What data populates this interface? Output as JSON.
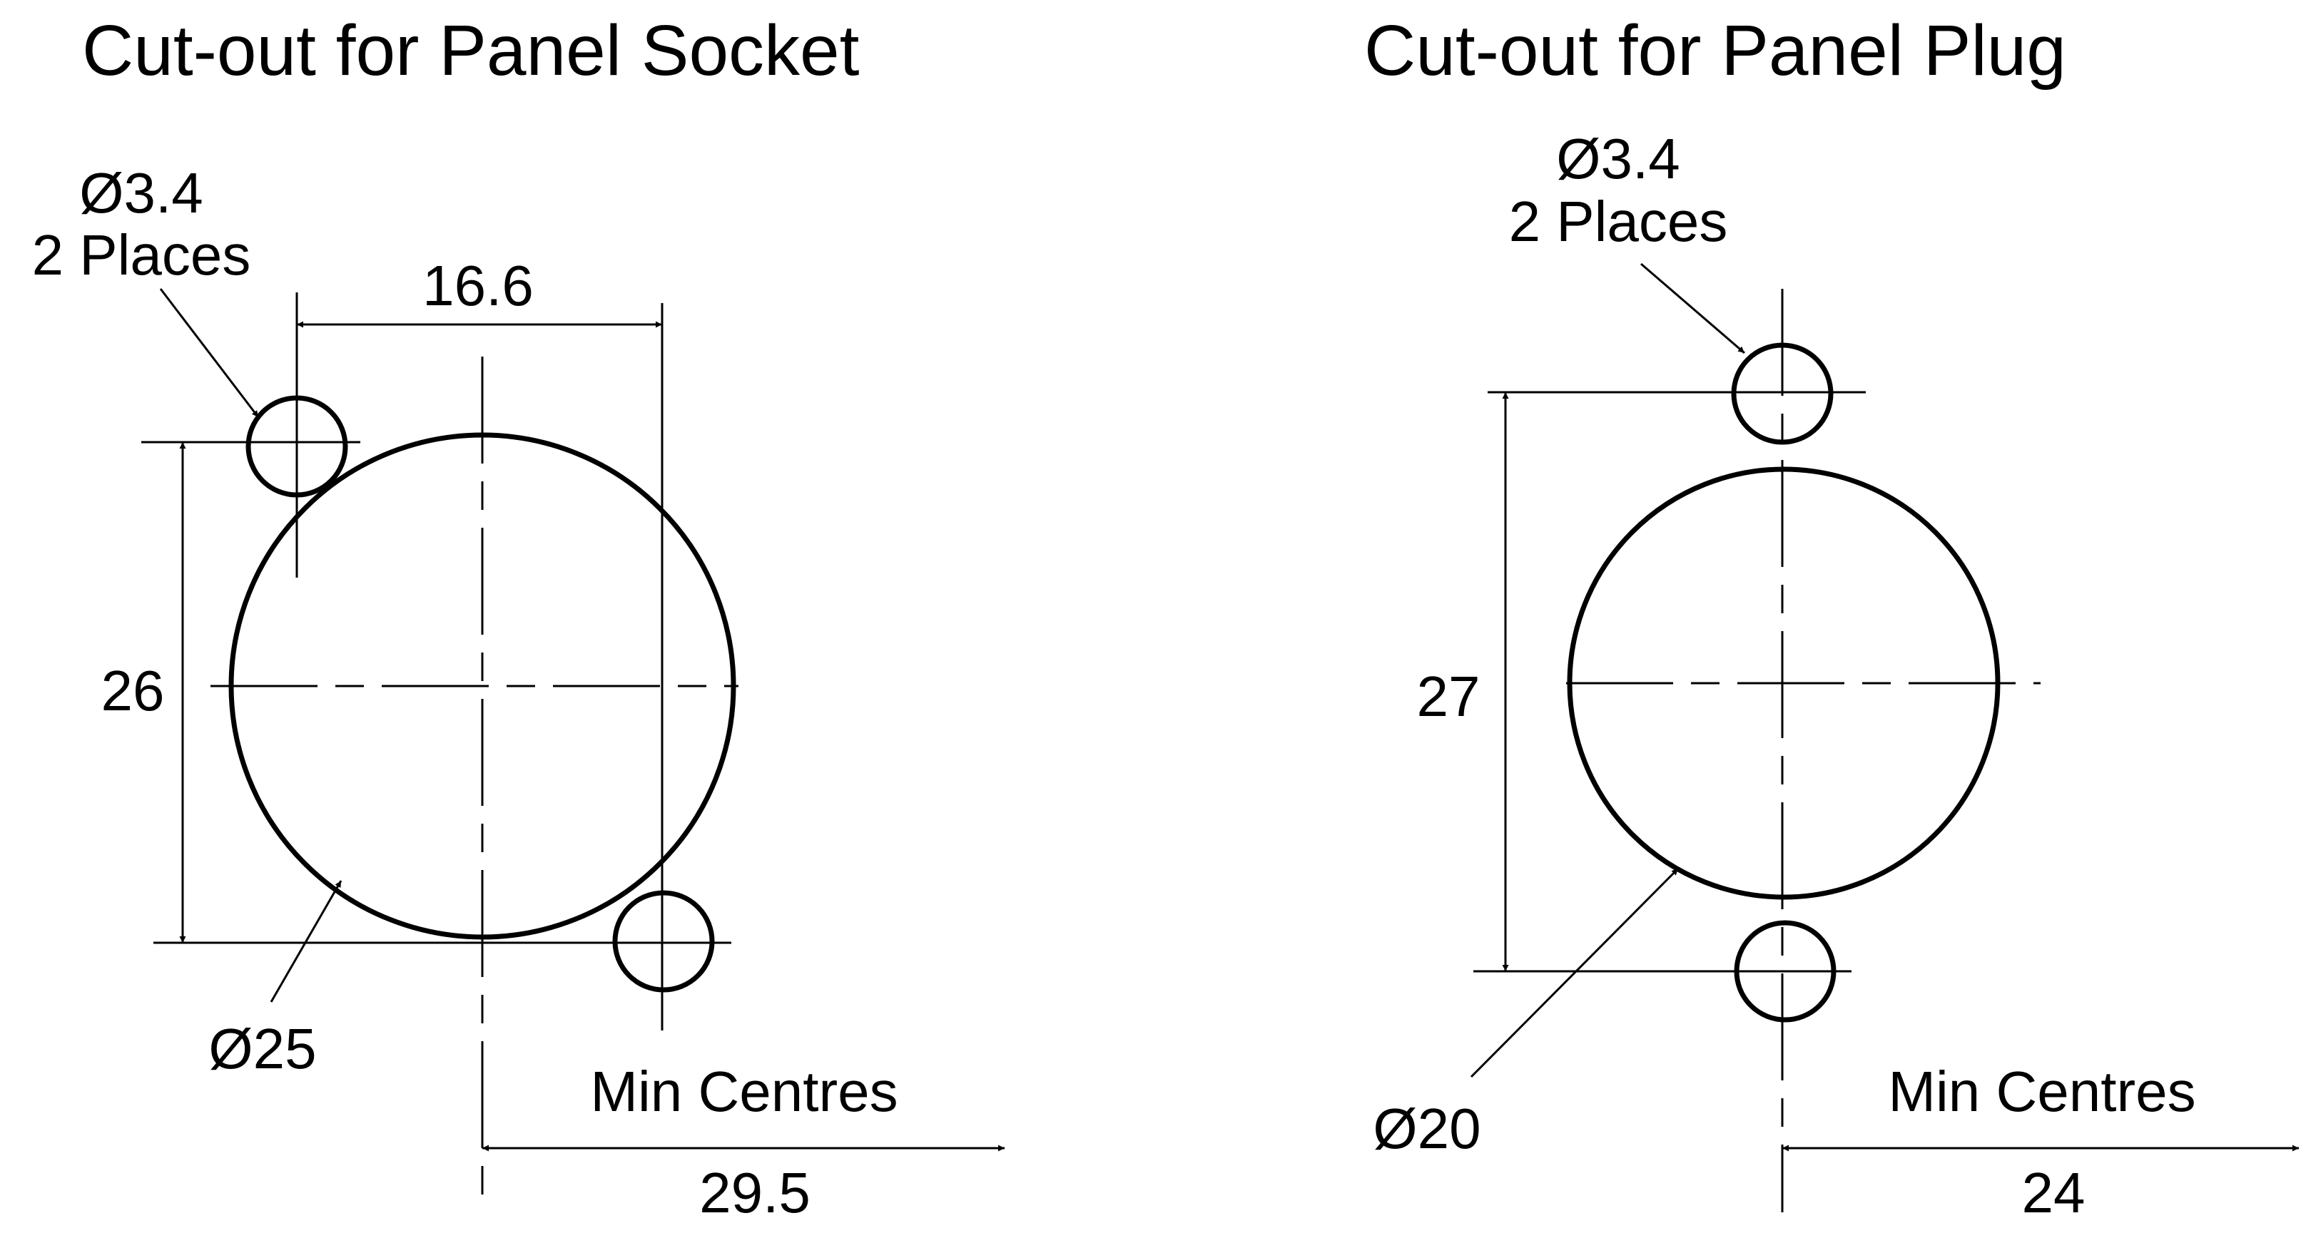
{
  "colors": {
    "ink": "#000000",
    "background": "#ffffff"
  },
  "socket": {
    "title": "Cut-out for Panel Socket",
    "hole_diameter_label": "Ø3.4",
    "hole_count_label": "2 Places",
    "horizontal_spacing": "16.6",
    "vertical_spacing": "26",
    "main_diameter": "Ø25",
    "min_centres_label": "Min Centres",
    "min_centres_value": "29.5"
  },
  "plug": {
    "title": "Cut-out for Panel Plug",
    "hole_diameter_label": "Ø3.4",
    "hole_count_label": "2 Places",
    "vertical_spacing": "27",
    "main_diameter": "Ø20",
    "min_centres_label": "Min Centres",
    "min_centres_value": "24"
  }
}
